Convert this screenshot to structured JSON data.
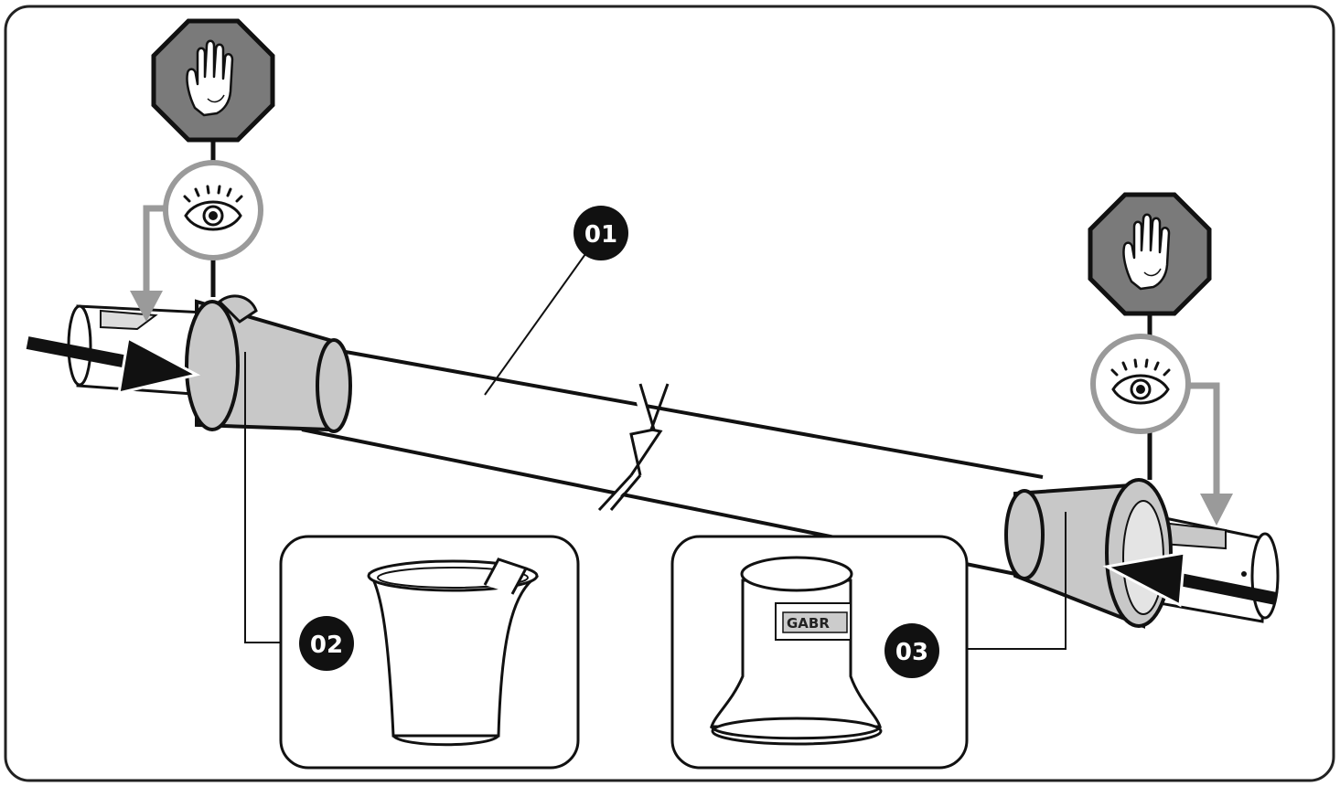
{
  "callouts": {
    "tube": "01",
    "left_cap": "02",
    "right_cap": "03"
  },
  "brand_label": "GABR",
  "icons": {
    "stop_hand": "stop-hand-icon",
    "eye": "eye-icon"
  },
  "colors": {
    "stop_sign_fill": "#7a7a7a",
    "cap_fill": "#c8c8c8",
    "badge_fill": "#111111",
    "outline": "#111111",
    "guide_line": "#9a9a9a"
  }
}
